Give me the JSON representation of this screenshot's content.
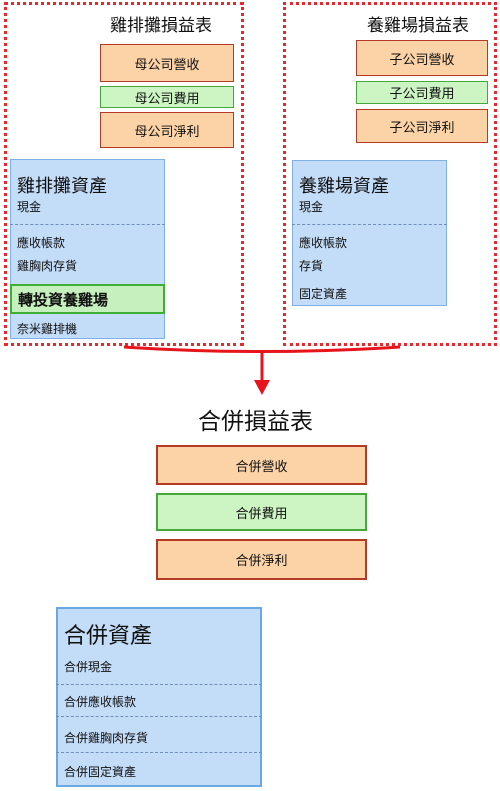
{
  "parent": {
    "title": "雞排攤損益表",
    "revenue": "母公司營收",
    "expense": "母公司費用",
    "net_income": "母公司淨利",
    "assets": {
      "title": "雞排攤資產",
      "cash": "現金",
      "receivables": "應收帳款",
      "inventory": "雞胸肉存貨",
      "investment": "轉投資養雞場",
      "machine": "奈米雞排機"
    }
  },
  "subsidiary": {
    "title": "養雞場損益表",
    "revenue": "子公司營收",
    "expense": "子公司費用",
    "net_income": "子公司淨利",
    "assets": {
      "title": "養雞場資產",
      "cash": "現金",
      "receivables": "應收帳款",
      "inventory": "存貨",
      "fixed_assets": "固定資產"
    }
  },
  "consolidated": {
    "title": "合併損益表",
    "revenue": "合併營收",
    "expense": "合併費用",
    "net_income": "合併淨利",
    "assets": {
      "title": "合併資產",
      "cash": "合併現金",
      "receivables": "合併應收帳款",
      "inventory": "合併雞胸肉存貨",
      "fixed_assets": "合併固定資產"
    }
  },
  "colors": {
    "frame": "#e8282b",
    "arrow": "#e8141c",
    "revenue_fill": "#fbd3a6",
    "expense_fill": "#cdf5c4",
    "asset_fill": "#c3dcf8"
  }
}
